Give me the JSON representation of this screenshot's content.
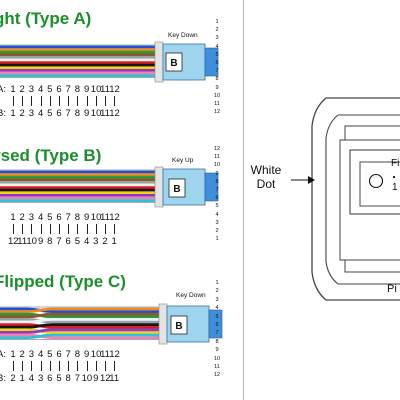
{
  "sections": [
    {
      "title": "ght (Type A)",
      "key_label": "Key Down",
      "connector_letter": "B",
      "row_a": {
        "label": "A:",
        "numbers": [
          "1",
          "2",
          "3",
          "4",
          "5",
          "6",
          "7",
          "8",
          "9",
          "10",
          "11",
          "12"
        ]
      },
      "row_b": {
        "label": "B:",
        "numbers": [
          "1",
          "2",
          "3",
          "4",
          "5",
          "6",
          "7",
          "8",
          "9",
          "10",
          "11",
          "12"
        ]
      },
      "pin_numbers": [
        "1",
        "2",
        "3",
        "4",
        "5",
        "6",
        "7",
        "8",
        "9",
        "10",
        "11",
        "12"
      ]
    },
    {
      "title": "rsed (Type B)",
      "key_label": "Key Up",
      "connector_letter": "B",
      "row_a": {
        "label": ":",
        "numbers": [
          "1",
          "2",
          "3",
          "4",
          "5",
          "6",
          "7",
          "8",
          "9",
          "10",
          "11",
          "12"
        ]
      },
      "row_b": {
        "label": ":",
        "numbers": [
          "12",
          "11",
          "10",
          "9",
          "8",
          "7",
          "6",
          "5",
          "4",
          "3",
          "2",
          "1"
        ]
      },
      "pin_numbers": [
        "12",
        "11",
        "10",
        "9",
        "8",
        "7",
        "6",
        "5",
        "4",
        "3",
        "2",
        "1"
      ]
    },
    {
      "title": "Flipped (Type C)",
      "key_label": "Key Down",
      "connector_letter": "B",
      "row_a": {
        "label": "A:",
        "numbers": [
          "1",
          "2",
          "3",
          "4",
          "5",
          "6",
          "7",
          "8",
          "9",
          "10",
          "11",
          "12"
        ]
      },
      "row_b": {
        "label": "B:",
        "numbers": [
          "2",
          "1",
          "4",
          "3",
          "6",
          "5",
          "8",
          "7",
          "10",
          "9",
          "12",
          "11"
        ]
      },
      "pin_numbers": [
        "1",
        "2",
        "3",
        "4",
        "5",
        "6",
        "7",
        "8",
        "9",
        "10",
        "11",
        "12"
      ]
    }
  ],
  "fiber_colors": [
    "#1f4fd6",
    "#f08a1e",
    "#2c9a3a",
    "#8b5a2b",
    "#9aa0a6",
    "#f2f2f2",
    "#d81e1e",
    "#151515",
    "#f2d21b",
    "#8e3bbf",
    "#f27fb2",
    "#30c0d8"
  ],
  "colors": {
    "title_green": "#1a8f2a",
    "connector_fill": "#9fd4ef",
    "boot_fill": "#3f8edb"
  },
  "diagram": {
    "white_dot_line1": "White",
    "white_dot_line2": "Dot",
    "fiber_label_partial": "Fi",
    "pin_label_partial": "1",
    "bottom_label_partial": "Pi"
  }
}
